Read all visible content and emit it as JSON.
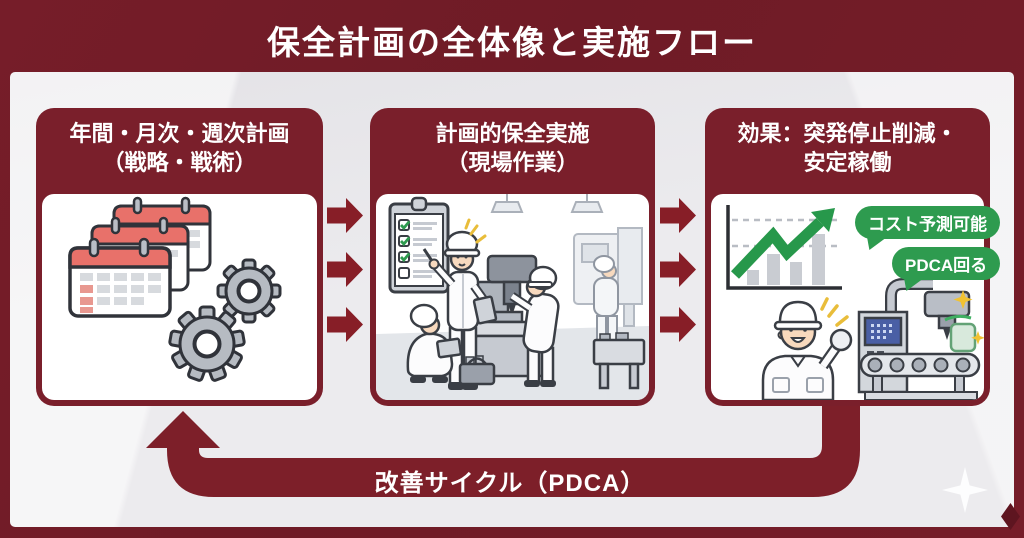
{
  "title": "保全計画の全体像と実施フロー",
  "flow": {
    "boxes": [
      {
        "line1": "年間・月次・週次計画",
        "line2": "（戦略・戦術）"
      },
      {
        "line1": "計画的保全実施",
        "line2": "（現場作業）"
      },
      {
        "line1": "効果：突発停止削減・",
        "line2": "安定稼働"
      }
    ],
    "badges": [
      {
        "label": "コスト予測可能"
      },
      {
        "label": "PDCA回る"
      }
    ],
    "cycle_label": "改善サイクル（PDCA）"
  },
  "icons": {
    "box1": "calendars-and-gears",
    "box2": "factory-workers-checklist",
    "box3": "growth-chart-worker-machine",
    "between_boxes": "arrow-right",
    "cycle": "arrow-loop-up"
  },
  "colors": {
    "maroon_bg": "#6f1b26",
    "maroon_box": "#7a1f2b",
    "maroon_arrow": "#871e27",
    "maroon_loop": "#7d1f29",
    "green": "#2e9b4f",
    "panel": "#ecebee",
    "calendar_red": "#e8716a"
  }
}
